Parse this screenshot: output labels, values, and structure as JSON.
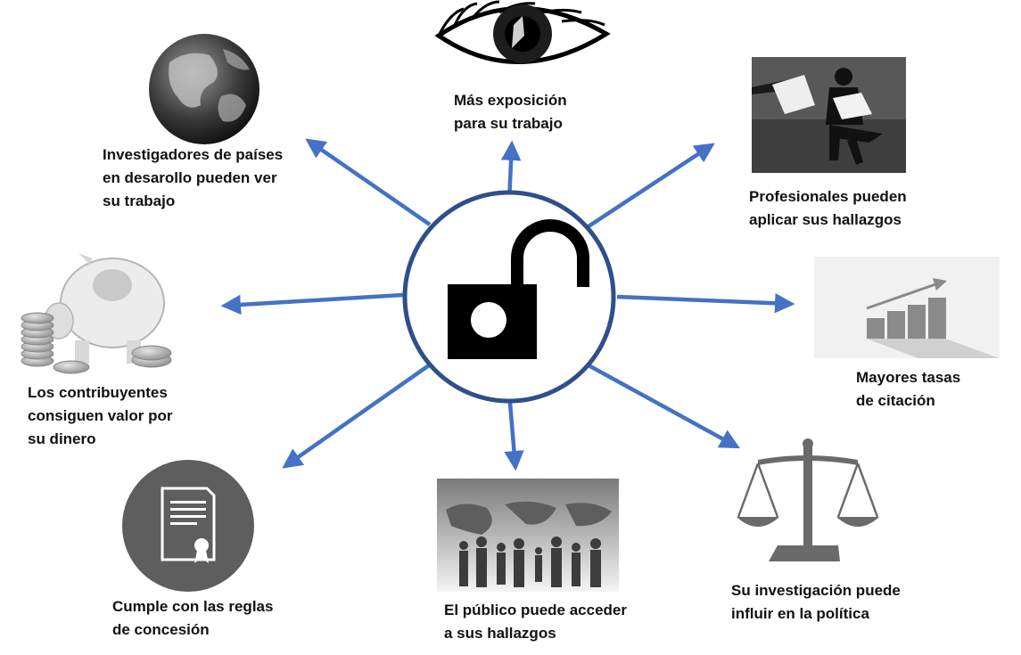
{
  "center": {
    "icon": "open-padlock-icon"
  },
  "accent_color": "#4472c4",
  "nodes": [
    {
      "id": "exposure",
      "text": "Más exposición\npara su trabajo",
      "icon": "eye-icon"
    },
    {
      "id": "professionals",
      "text": "Profesionales pueden\naplicar sus hallazgos",
      "icon": "businessman-reading-icon"
    },
    {
      "id": "citations",
      "text": "Mayores tasas\nde citación",
      "icon": "growth-bar-chart-icon"
    },
    {
      "id": "policy",
      "text": "Su investigación puede\ninfluir en la política",
      "icon": "scales-of-justice-icon"
    },
    {
      "id": "public",
      "text": "El público puede acceder\na sus hallazgos",
      "icon": "people-world-map-icon"
    },
    {
      "id": "grants",
      "text": "Cumple con las reglas\nde concesión",
      "icon": "certificate-icon"
    },
    {
      "id": "taxpayers",
      "text": "Los contribuyentes\nconsiguen valor por\nsu dinero",
      "icon": "piggy-bank-icon"
    },
    {
      "id": "developing",
      "text": "Investigadores de países\nen desarollo pueden ver\nsu trabajo",
      "icon": "globe-icon"
    }
  ]
}
